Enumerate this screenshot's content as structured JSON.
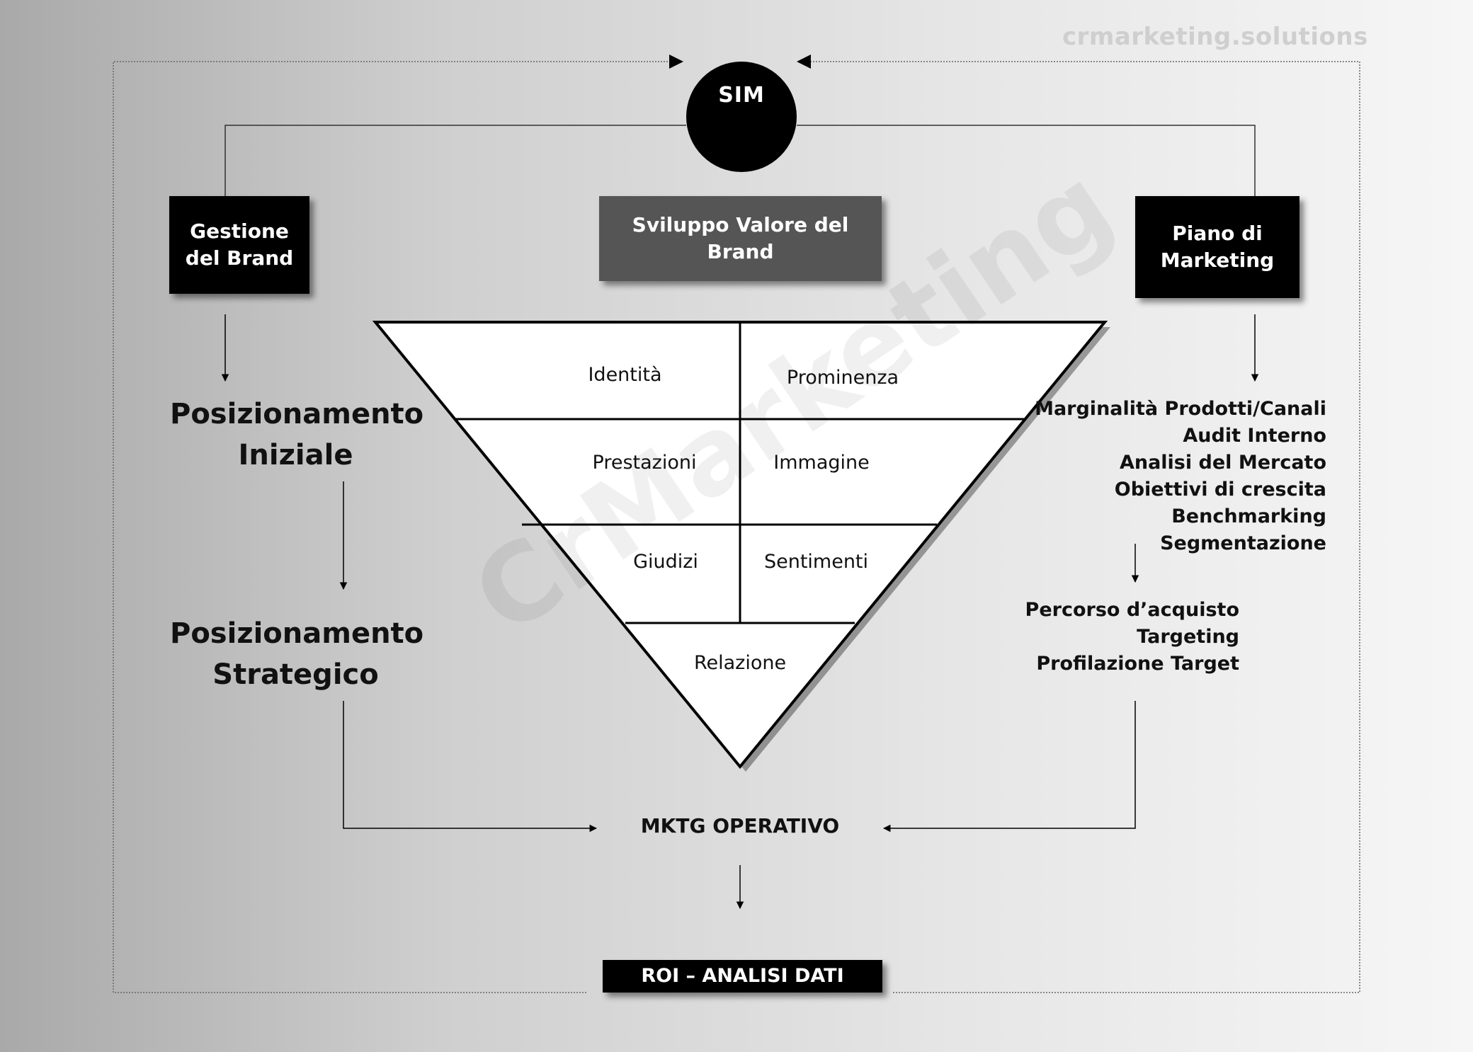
{
  "watermark": {
    "url": "crmarketing.solutions",
    "brand": "CrMarketing"
  },
  "sim": {
    "label": "SIM"
  },
  "boxes": {
    "brand_management": "Gestione del Brand",
    "brand_value": "Sviluppo Valore del Brand",
    "marketing_plan": "Piano di Marketing"
  },
  "left": {
    "initial_positioning": "Posizionamento Iniziale",
    "strategic_positioning": "Posizionamento Strategico"
  },
  "pyramid": {
    "row1": {
      "left": "Identità",
      "right": "Prominenza"
    },
    "row2": {
      "left": "Prestazioni",
      "right": "Immagine"
    },
    "row3": {
      "left": "Giudizi",
      "right": "Sentimenti"
    },
    "row4": {
      "center": "Relazione"
    }
  },
  "right": {
    "analysis_items": [
      "Marginalità Prodotti/Canali",
      "Audit Interno",
      "Analisi del Mercato",
      "Obiettivi di crescita",
      "Benchmarking",
      "Segmentazione"
    ],
    "target_items": [
      "Percorso d’acquisto",
      "Targeting",
      "Profilazione Target"
    ]
  },
  "operative": {
    "label": "MKTG OPERATIVO"
  },
  "roi": {
    "label": "ROI – ANALISI DATI"
  }
}
